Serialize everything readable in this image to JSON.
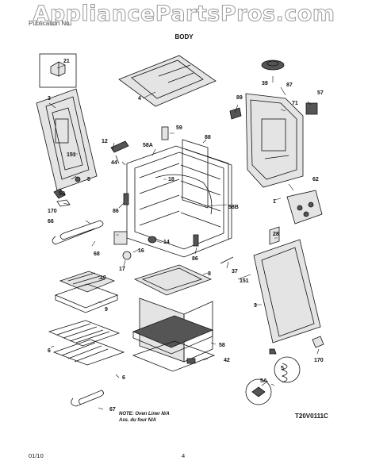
{
  "watermark": "AppliancePartsPros.com",
  "header": {
    "left": "Publication No.",
    "right": ""
  },
  "section_title": "BODY",
  "callouts": [
    "21",
    "3",
    "151",
    "4",
    "39",
    "87",
    "57",
    "89",
    "71",
    "59",
    "12",
    "58A",
    "88",
    "44",
    "18",
    "62",
    "5A",
    "5",
    "1",
    "170",
    "86",
    "58B",
    "66",
    "28",
    "14",
    "16",
    "68",
    "86",
    "17",
    "37",
    "8",
    "151",
    "10",
    "3",
    "9",
    "6",
    "58",
    "42",
    "6",
    "5",
    "5A",
    "170",
    "67"
  ],
  "note": {
    "line1": "NOTE: Oven Liner N/A",
    "line2": "Ass. du four N/A"
  },
  "diagram_code": "T20V0111C",
  "footer": {
    "left": "01/10",
    "page": "4"
  }
}
